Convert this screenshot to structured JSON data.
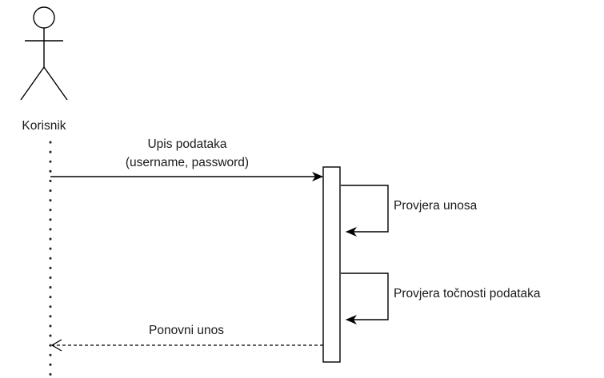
{
  "actor": {
    "name": "Korisnik"
  },
  "messages": [
    {
      "label_line1": "Upis podataka",
      "label_line2": "(username, password)",
      "kind": "sync"
    },
    {
      "label": "Provjera unosa",
      "kind": "self"
    },
    {
      "label": "Provjera točnosti podataka",
      "kind": "self"
    },
    {
      "label": "Ponovni unos",
      "kind": "return"
    }
  ]
}
